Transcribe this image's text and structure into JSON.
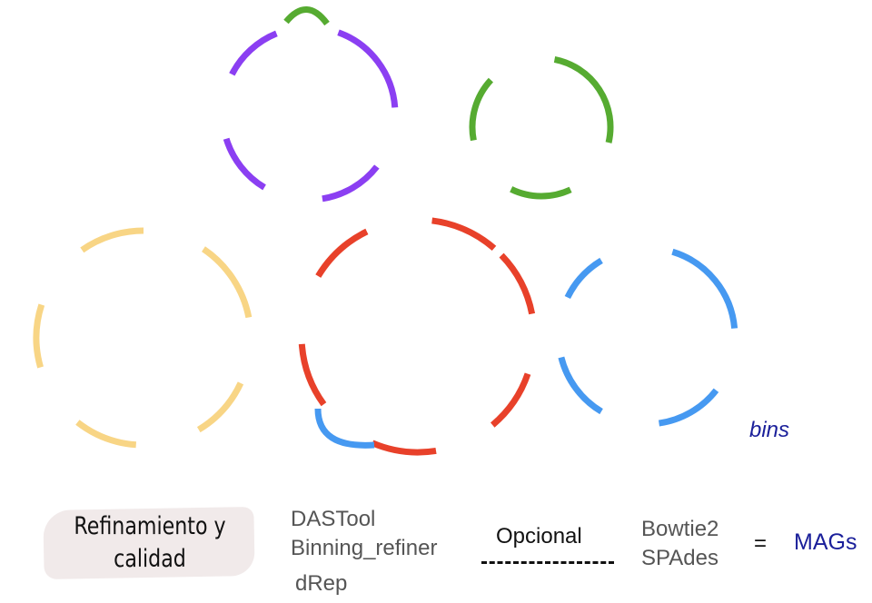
{
  "diagram": {
    "bins_label": "bins",
    "stage_label": "Refinamiento y calidad",
    "tools": [
      "DASTool",
      "Binning_refiner",
      "dRep"
    ],
    "optional_label": "Opcional",
    "optional_tools": [
      "Bowtie2",
      "SPAdes"
    ],
    "equals": "=",
    "result_label": "MAGs"
  },
  "colors": {
    "purple": "#8B3FF2",
    "green": "#56AB31",
    "yellow": "#F8D585",
    "red": "#E8412A",
    "blue": "#4699F1",
    "label_blue": "#1a1f9a"
  }
}
